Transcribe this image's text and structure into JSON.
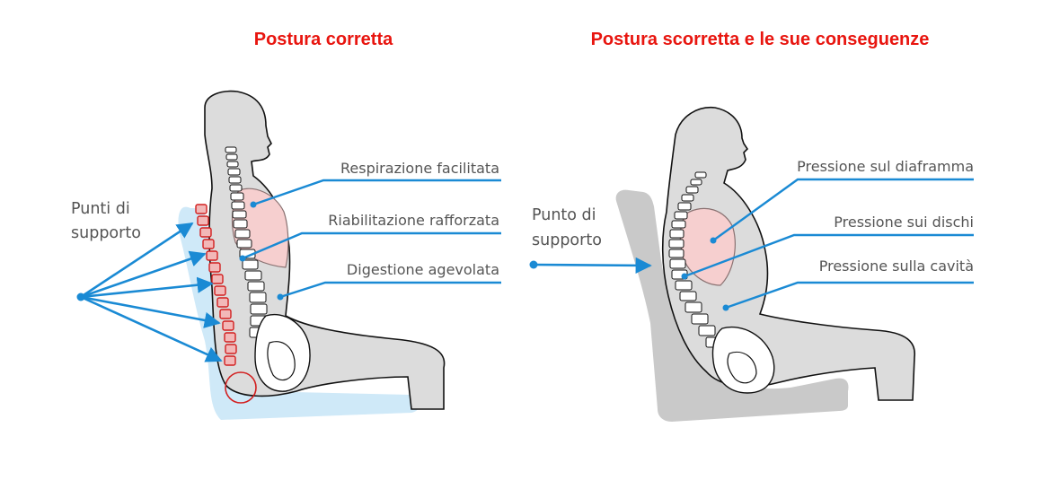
{
  "left": {
    "title": "Postura corretta",
    "support_line1": "Punti di",
    "support_line2": "supporto",
    "labels": [
      "Respirazione facilitata",
      "Riabilitazione rafforzata",
      "Digestione agevolata"
    ]
  },
  "right": {
    "title": "Postura scorretta e le sue conseguenze",
    "support_line1": "Punto di",
    "support_line2": "supporto",
    "labels": [
      "Pressione sul diaframma",
      "Pressione sui dischi",
      "Pressione sulla cavità"
    ]
  },
  "colors": {
    "title": "#e8150f",
    "arrow": "#1a8ad4",
    "body": "#dcdcdc",
    "cushion": "#cfe9f8",
    "lung": "#f6cfcf",
    "seat": "#c9c9c9"
  }
}
